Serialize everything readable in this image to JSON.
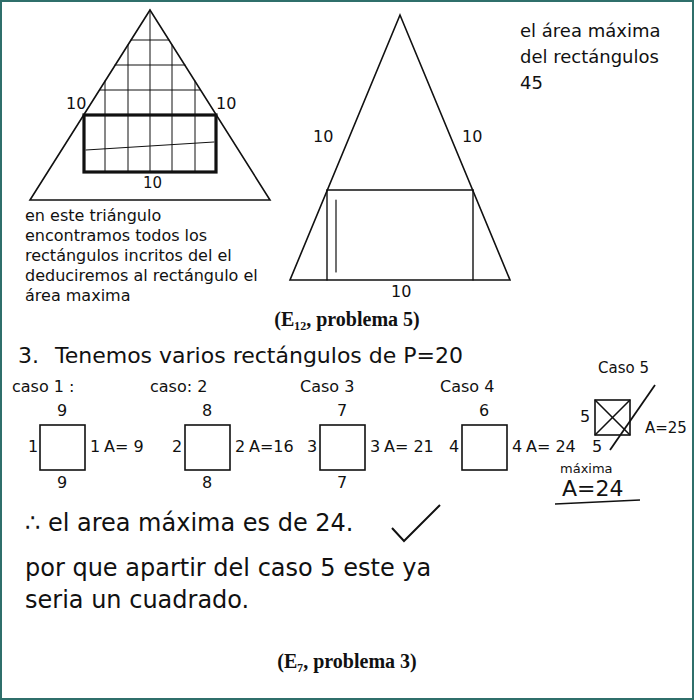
{
  "diagram": {
    "labels": [
      "10",
      "10",
      "10",
      "en este triángulo encontramos todos los rectángulos incritos del el deduciremos al rectángulo el área maxima",
      "10",
      "10",
      "10",
      "el área máxima del rectángulos 45",
      "(E₁₂, problema 5)",
      "3.",
      "Tenemos varios rectángulos de P=20",
      "caso 1 :",
      "9",
      "1",
      "1",
      "A= 9",
      "9",
      "caso: 2",
      "8",
      "2",
      "2",
      "A=16",
      "8",
      "Caso 3",
      "7",
      "3",
      "3",
      "A= 21",
      "7",
      "Caso 4",
      "6",
      "4",
      "4",
      "A= 24",
      "Caso 5",
      "5",
      "5",
      "A=25",
      "máxima",
      "A=24",
      "∴ el area máxima es de 24.",
      "por que apartir del caso 5 este ya seria un cuadrado.",
      "(E₇, problema 3)"
    ]
  }
}
